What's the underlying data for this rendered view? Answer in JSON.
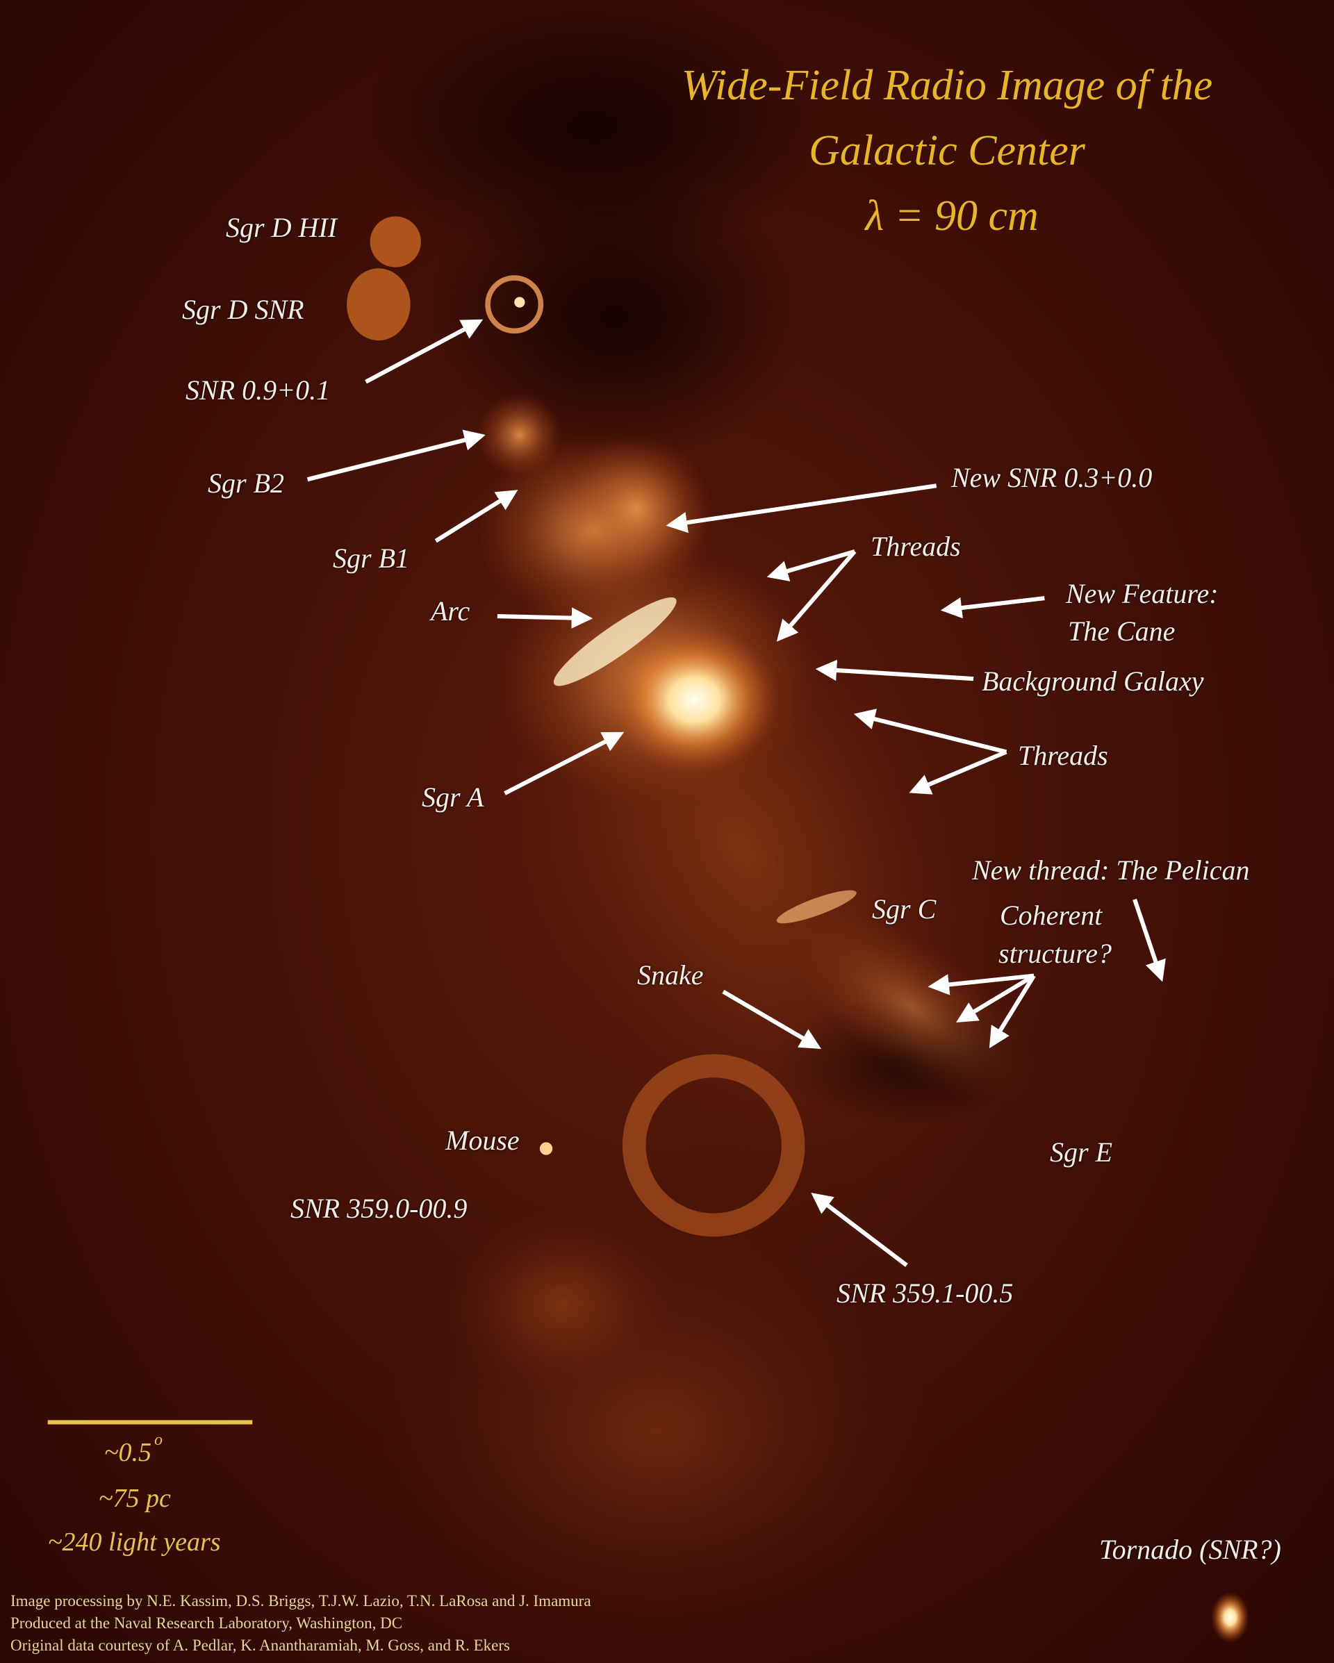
{
  "title": {
    "line1": "Wide-Field Radio Image of the",
    "line2": "Galactic Center",
    "line3": "λ = 90 cm"
  },
  "labels": {
    "sgr_d_hii": "Sgr D HII",
    "sgr_d_snr": "Sgr D SNR",
    "snr_09": "SNR 0.9+0.1",
    "sgr_b2": "Sgr B2",
    "sgr_b1": "Sgr B1",
    "arc": "Arc",
    "sgr_a": "Sgr A",
    "new_snr": "New SNR 0.3+0.0",
    "threads1": "Threads",
    "new_feature": "New Feature:",
    "the_cane": "The Cane",
    "background_galaxy": "Background Galaxy",
    "threads2": "Threads",
    "pelican": "New thread: The Pelican",
    "sgr_c": "Sgr C",
    "coherent": "Coherent",
    "structure": "structure?",
    "snake": "Snake",
    "mouse": "Mouse",
    "snr_3590": "SNR 359.0-00.9",
    "sgr_e": "Sgr E",
    "snr_3591": "SNR 359.1-00.5",
    "tornado": "Tornado (SNR?)"
  },
  "scale_bar": {
    "angle": "~0.5",
    "angle_unit": "o",
    "parsecs": "~75 pc",
    "light_years": "~240 light years"
  },
  "credits": [
    "Image processing by N.E. Kassim, D.S. Briggs, T.J.W. Lazio,  T.N. LaRosa and J. Imamura",
    "Produced at the Naval Research Laboratory, Washington, DC",
    "Original data courtesy of A. Pedlar, K. Anantharamiah, M. Goss, and R. Ekers"
  ],
  "colors": {
    "title": "#e8b52a",
    "label": "#f4ece6",
    "background": "#3a0a05",
    "glow": "#ffb050"
  }
}
